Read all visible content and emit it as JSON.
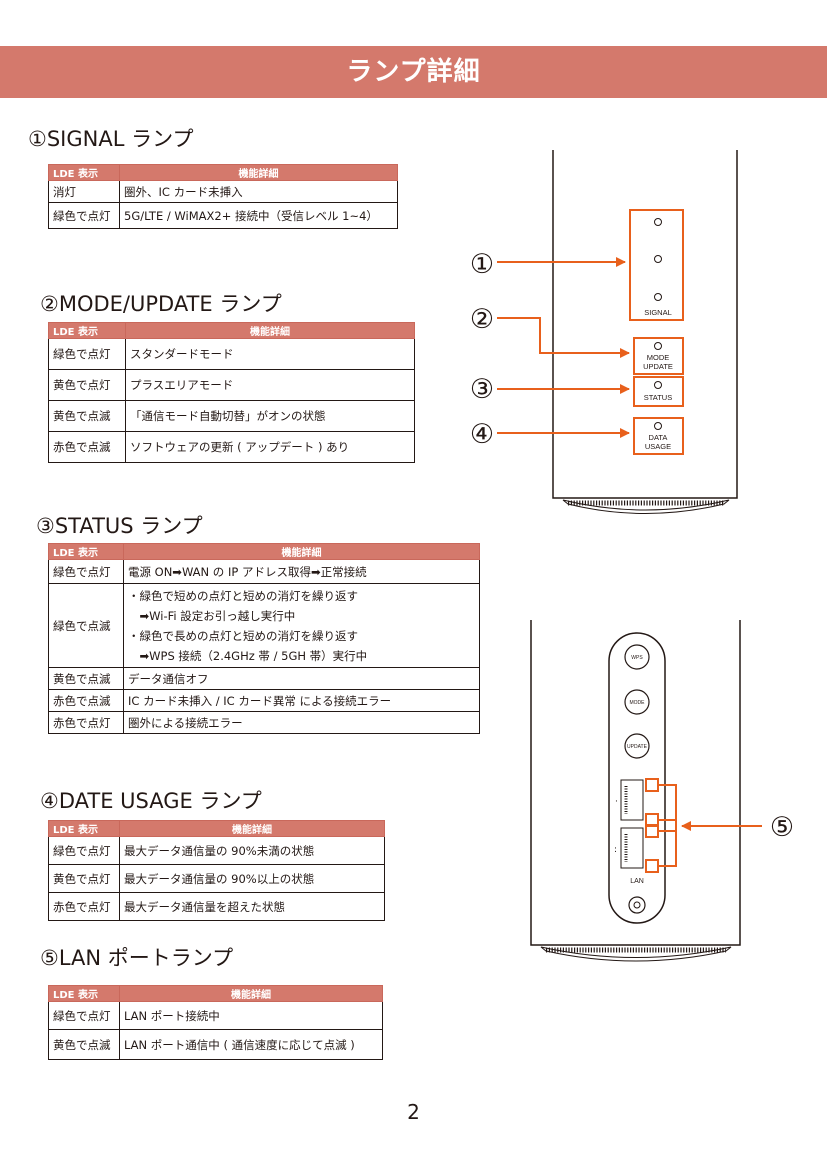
{
  "header": {
    "title": "ランプ詳細"
  },
  "sections": [
    {
      "title": "①SIGNAL ランプ",
      "col1": "LDE 表示",
      "col2": "機能詳細",
      "rows": [
        [
          "消灯",
          "圏外、IC カード未挿入"
        ],
        [
          "緑色で点灯",
          "5G/LTE / WiMAX2+ 接続中（受信レベル 1~4）"
        ]
      ]
    },
    {
      "title": "②MODE/UPDATE ランプ",
      "col1": "LDE 表示",
      "col2": "機能詳細",
      "rows": [
        [
          "緑色で点灯",
          "スタンダードモード"
        ],
        [
          "黄色で点灯",
          "プラスエリアモード"
        ],
        [
          "黄色で点滅",
          "「通信モード自動切替」がオンの状態"
        ],
        [
          "赤色で点滅",
          "ソフトウェアの更新 ( アップデート ) あり"
        ]
      ]
    },
    {
      "title": "③STATUS ランプ",
      "col1": "LDE 表示",
      "col2": "機能詳細",
      "rows": [
        [
          "緑色で点灯",
          "電源 ON➡WAN の IP アドレス取得➡正常接続"
        ],
        [
          "緑色で点滅",
          "・緑色で短めの点灯と短めの消灯を繰り返す",
          "　➡Wi-Fi 設定お引っ越し実行中",
          "・緑色で長めの点灯と短めの消灯を繰り返す",
          "　➡WPS 接続（2.4GHz 帯 / 5GH 帯）実行中"
        ],
        [
          "黄色で点滅",
          "データ通信オフ"
        ],
        [
          "赤色で点滅",
          "IC カード未挿入 / IC カード異常 による接続エラー"
        ],
        [
          "赤色で点灯",
          "圏外による接続エラー"
        ]
      ]
    },
    {
      "title": "④DATE USAGE ランプ",
      "col1": "LDE 表示",
      "col2": "機能詳細",
      "rows": [
        [
          "緑色で点灯",
          "最大データ通信量の 90%未満の状態"
        ],
        [
          "黄色で点灯",
          "最大データ通信量の 90%以上の状態"
        ],
        [
          "赤色で点灯",
          "最大データ通信量を超えた状態"
        ]
      ]
    },
    {
      "title": "⑤LAN ポートランプ",
      "col1": "LDE 表示",
      "col2": "機能詳細",
      "rows": [
        [
          "緑色で点灯",
          "LAN ポート接続中"
        ],
        [
          "黄色で点滅",
          "LAN ポート通信中 ( 通信速度に応じて点滅 )"
        ]
      ]
    }
  ],
  "front_device": {
    "callouts": [
      "①",
      "②",
      "③",
      "④"
    ],
    "labels": {
      "signal": "SIGNAL",
      "mode": "MODE",
      "update": "UPDATE",
      "status": "STATUS",
      "data": "DATA",
      "usage": "USAGE"
    }
  },
  "back_device": {
    "callout": "⑤",
    "buttons": {
      "wps": "WPS",
      "mode": "MODE",
      "update": "UPDATE"
    },
    "lan_label": "LAN"
  },
  "colors": {
    "accent": "#d4796c",
    "arrow": "#e8601c",
    "text": "#231815"
  },
  "page_number": "2"
}
